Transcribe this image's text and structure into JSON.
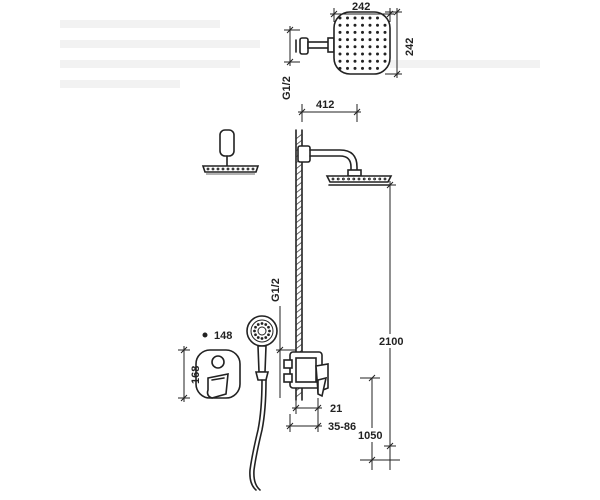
{
  "dimensions": {
    "head_width": "242",
    "head_height": "242",
    "thread_top": "G1/2",
    "arm_length": "412",
    "thread_mid": "G1/2",
    "handshower_diameter": "148",
    "valve_height": "168",
    "total_height": "2100",
    "valve_offset": "21",
    "wall_depth": "35-86",
    "valve_height_floor": "1050"
  }
}
